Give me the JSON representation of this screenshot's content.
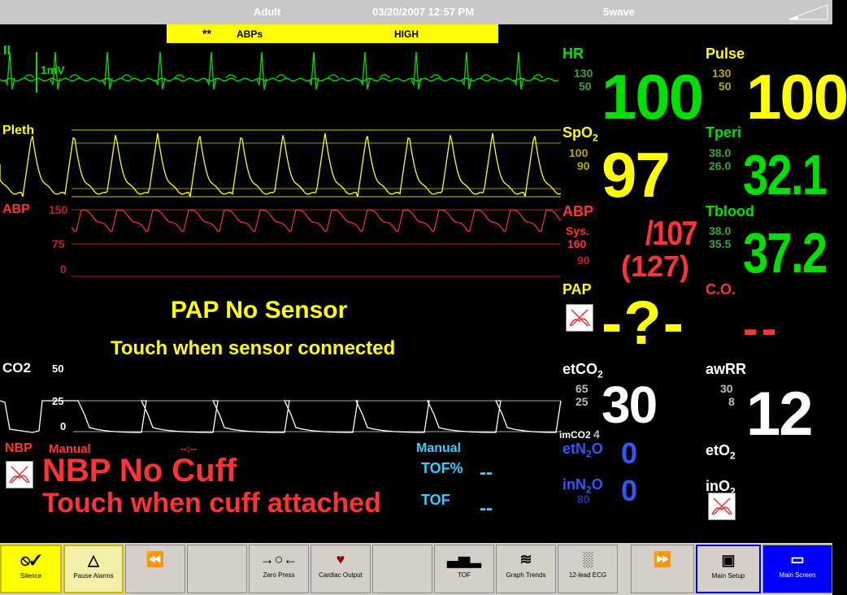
{
  "header": {
    "patient_type": "Adult",
    "datetime": "03/20/2007 12:57 PM",
    "mode": "5wave"
  },
  "alarm": {
    "stars": "**",
    "param": "ABPs",
    "level": "HIGH"
  },
  "waves": {
    "ecg": {
      "lead": "II",
      "scale": "1mV"
    },
    "pleth": {
      "label": "Pleth"
    },
    "abp": {
      "label": "ABP",
      "scale_high": "150",
      "scale_mid": "75",
      "scale_low": "0"
    },
    "co2": {
      "label": "CO2",
      "scale_high": "50",
      "scale_mid": "25",
      "scale_low": "0"
    }
  },
  "messages": {
    "pap_no_sensor": "PAP No Sensor",
    "pap_hint": "Touch when sensor connected"
  },
  "params": {
    "hr": {
      "label": "HR",
      "hi": "130",
      "lo": "50",
      "value": "100"
    },
    "pulse": {
      "label": "Pulse",
      "hi": "130",
      "lo": "50",
      "value": "100"
    },
    "spo2": {
      "label": "SpO",
      "sub": "2",
      "hi": "100",
      "lo": "90",
      "value": "97"
    },
    "tperi": {
      "label": "Tperi",
      "hi": "38.0",
      "lo": "26.0",
      "value": "32.1"
    },
    "abp": {
      "label": "ABP",
      "sys_label": "Sys.",
      "hi": "160",
      "lo": "90",
      "value": "/107",
      "mean": "(127)"
    },
    "tblood": {
      "label": "Tblood",
      "hi": "38.0",
      "lo": "35.5",
      "value": "37.2"
    },
    "pap": {
      "label": "PAP",
      "value": "-?-"
    },
    "co": {
      "label": "C.O.",
      "value": "--"
    },
    "etco2": {
      "label": "etCO",
      "sub": "2",
      "hi": "65",
      "lo": "25",
      "value": "30",
      "imco2_label": "imCO2",
      "imco2_value": "4"
    },
    "awrr": {
      "label": "awRR",
      "hi": "30",
      "lo": "8",
      "value": "12"
    },
    "etn2o": {
      "label": "etN",
      "sub": "2",
      "suffix": "O",
      "value": "0"
    },
    "inn2o": {
      "label": "inN",
      "sub": "2",
      "suffix": "O",
      "hi": "80",
      "value": "0"
    },
    "eto2": {
      "label": "etO",
      "sub": "2"
    },
    "ino2": {
      "label": "inO",
      "sub": "2"
    }
  },
  "nbp": {
    "label": "NBP",
    "mode": "Manual",
    "time": "--:--",
    "message": "NBP No Cuff",
    "hint": "Touch when cuff attached"
  },
  "tof": {
    "mode": "Manual",
    "tofpct_label": "TOF%",
    "tofpct_value": "--",
    "tof_label": "TOF",
    "tof_value": "--"
  },
  "toolbar": [
    {
      "id": "silence",
      "label": "Silence",
      "icon": "silence-icon",
      "color": "#ffff00"
    },
    {
      "id": "pause-alarms",
      "label": "Pause Alarms",
      "icon": "pause-alarm-icon",
      "color": "#f2f0a8"
    },
    {
      "id": "rewind",
      "label": "",
      "icon": "rewind-icon",
      "color": "#d4d0c8"
    },
    {
      "id": "blank1",
      "label": "",
      "icon": "",
      "color": "#d4d0c8"
    },
    {
      "id": "zero-press",
      "label": "Zero Press",
      "icon": "zero-press-icon",
      "color": "#d4d0c8"
    },
    {
      "id": "cardiac-output",
      "label": "Cardiac Output",
      "icon": "heart-icon",
      "color": "#d4d0c8"
    },
    {
      "id": "blank2",
      "label": "",
      "icon": "",
      "color": "#d4d0c8"
    },
    {
      "id": "tof",
      "label": "TOF",
      "icon": "bar-chart-icon",
      "color": "#d4d0c8"
    },
    {
      "id": "graph-trends",
      "label": "Graph Trends",
      "icon": "trend-graph-icon",
      "color": "#d4d0c8"
    },
    {
      "id": "12-lead-ecg",
      "label": "12-lead ECG",
      "icon": "ecg-icon",
      "color": "#d4d0c8"
    },
    {
      "id": "forward",
      "label": "",
      "icon": "fast-forward-icon",
      "color": "#d4d0c8"
    },
    {
      "id": "main-setup",
      "label": "Main Setup",
      "icon": "setup-icon",
      "color": "#d4d0c8"
    },
    {
      "id": "main-screen",
      "label": "Main Screen",
      "icon": "screen-icon",
      "color": "#0000ff"
    }
  ]
}
